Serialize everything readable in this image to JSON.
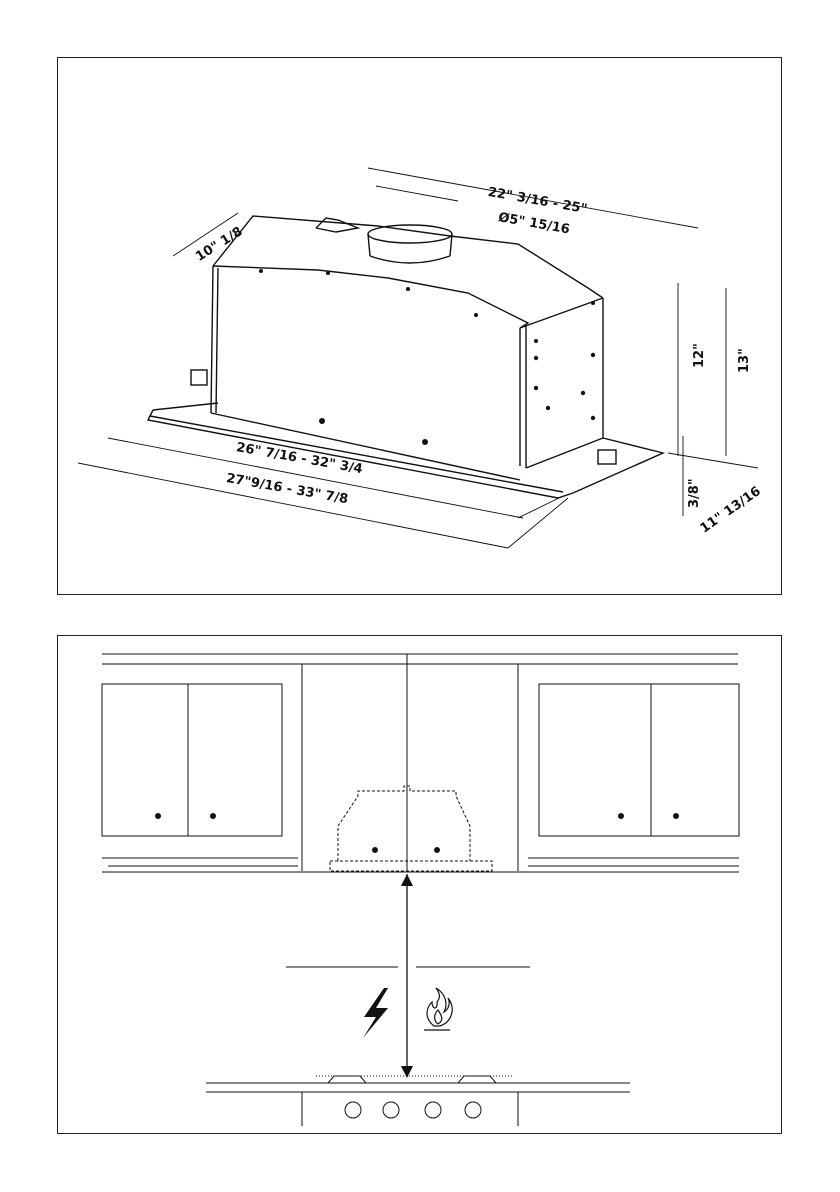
{
  "dimensions": {
    "width_range": "22\" 3/16 - 25\"",
    "duct_diameter": "Ø5\" 15/16",
    "depth": "10\" 1/8",
    "height_body": "12\"",
    "height_total": "13\"",
    "flange_thickness": "3/8\"",
    "flange_depth": "11\" 13/16",
    "inner_length": "26\" 7/16 - 32\" 3/4",
    "outer_length": "27\"9/16 - 33\" 7/8"
  },
  "icons": {
    "electric": "lightning-bolt",
    "gas": "flame"
  },
  "colors": {
    "line": "#111111",
    "background": "#ffffff"
  }
}
